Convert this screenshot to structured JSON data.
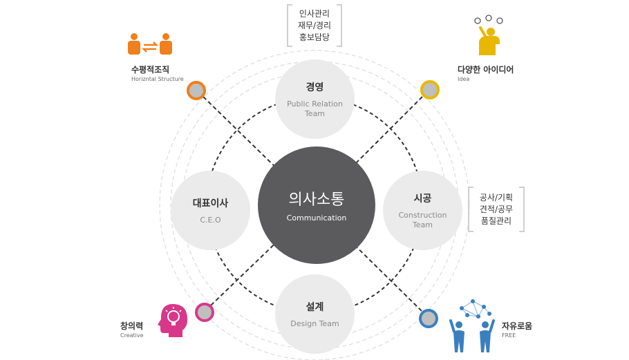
{
  "center": {
    "title": "의사소통",
    "subtitle": "Communication"
  },
  "nodes": {
    "top": {
      "title": "경영",
      "sub1": "Public Relation",
      "sub2": "Team"
    },
    "left": {
      "title": "대표이사",
      "sub1": "C.E.O"
    },
    "right": {
      "title": "시공",
      "sub1": "Construction",
      "sub2": "Team"
    },
    "bottom": {
      "title": "설계",
      "sub1": "Design Team"
    }
  },
  "corners": {
    "top_left": {
      "ko": "수평적조직",
      "en": "Horizntal Structure",
      "icon": "people-exchange-icon",
      "color": "#f07f1e"
    },
    "top_right": {
      "ko": "다양한 아이디어",
      "en": "Idea",
      "icon": "idea-person-icon",
      "color": "#e8b800"
    },
    "bottom_left": {
      "ko": "창의력",
      "en": "Creative",
      "icon": "creative-head-icon",
      "color": "#d8388a"
    },
    "bottom_right": {
      "ko": "자유로움",
      "en": "FREE",
      "icon": "free-people-icon",
      "color": "#3a7fc0"
    }
  },
  "brackets": {
    "top": [
      "인사관리",
      "재무/경리",
      "홍보담당"
    ],
    "right": [
      "공사/기획",
      "견적/공무",
      "품질관리"
    ]
  },
  "colors": {
    "node_bg": "#ebebeb",
    "center_bg": "#5b5a5c",
    "dashed_ring": "#dddddd",
    "dashed_link": "#333333"
  }
}
